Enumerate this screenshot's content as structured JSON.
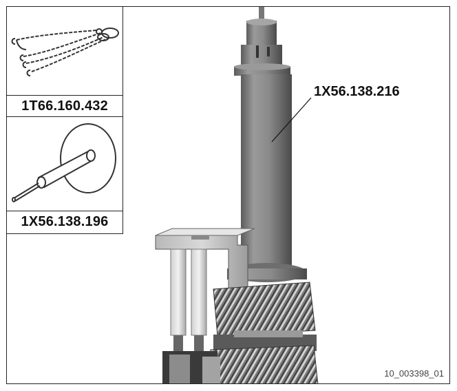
{
  "tools": [
    {
      "code": "1T66.160.432",
      "icon": "lifting-chain-icon"
    },
    {
      "code": "1X56.138.196",
      "icon": "press-tool-icon"
    }
  ],
  "callout": {
    "label": "1X56.138.216"
  },
  "figure": {
    "id": "10_003398_01"
  },
  "colors": {
    "border": "#222222",
    "metal": "#8a8a8a",
    "background": "#ffffff"
  }
}
